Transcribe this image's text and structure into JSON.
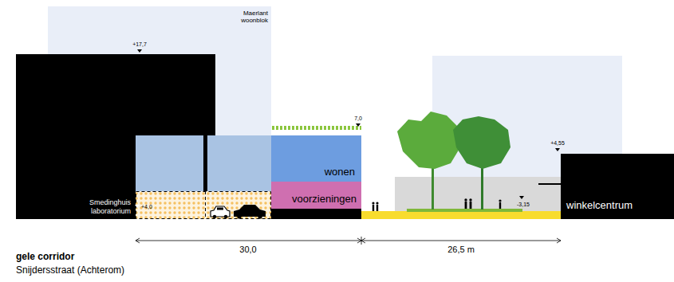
{
  "diagram": {
    "title": "gele corridor",
    "caption": "Snijdersstraat (Achterom)",
    "nodes": [
      {
        "text": [
          "Maerlant woonblok"
        ]
      },
      {
        "text": [
          "Smedinghuis laboratorium"
        ]
      },
      {
        "text": [
          "wonen"
        ]
      },
      {
        "text": [
          "voorzieningen"
        ]
      },
      {
        "text": [
          "winkelcentrum"
        ]
      }
    ],
    "labels": [
      "+17,7",
      "+4,0",
      "7,0",
      "+4,55",
      "-3,15",
      "30,0",
      "26,5 m"
    ]
  }
}
